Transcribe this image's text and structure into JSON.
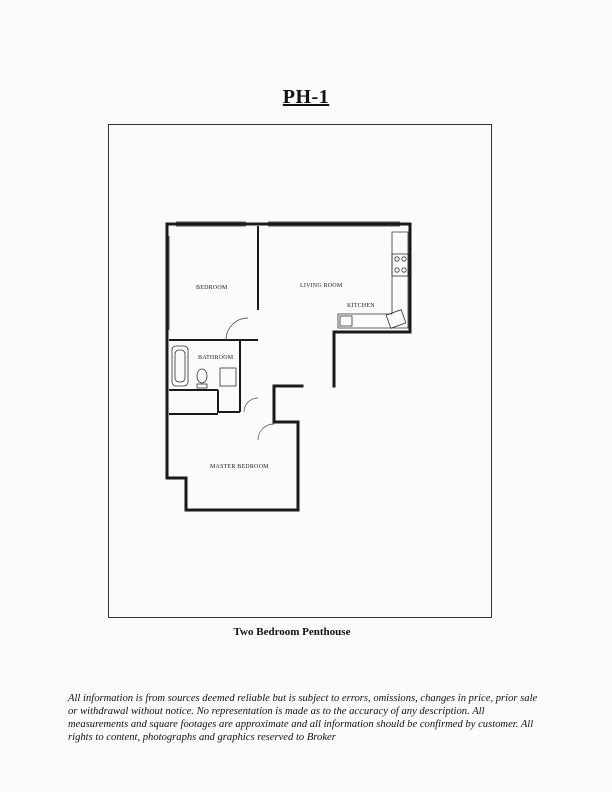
{
  "page": {
    "title": "PH-1",
    "caption": "Two Bedroom Penthouse",
    "disclaimer": "All information is from sources deemed reliable but is subject to errors, omissions, changes in price, prior sale or withdrawal without notice. No representation is made as to the accuracy of any description. All measurements and square footages are approximate and all information should be confirmed by customer. All rights to content, photographs and graphics reserved to Broker"
  },
  "rooms": {
    "bedroom": "BEDROOM",
    "living_room": "LIVING ROOM",
    "kitchen": "KITCHEN",
    "bathroom": "BATHROOM",
    "master_bedroom": "MASTER BEDROOM"
  }
}
